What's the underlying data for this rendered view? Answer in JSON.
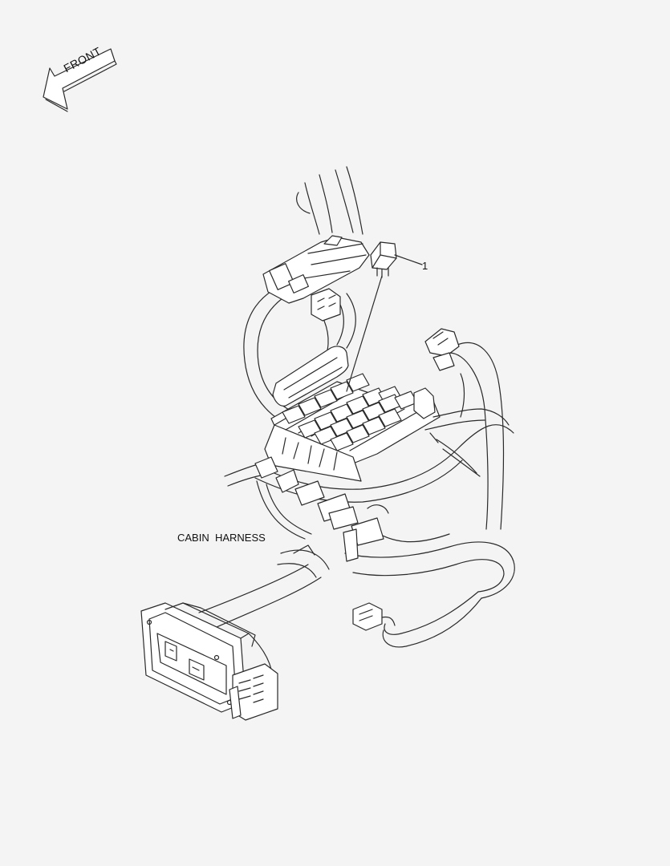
{
  "front_arrow": {
    "label": "FRONT",
    "icon": "front-direction-arrow-icon"
  },
  "assembly_label": "CABIN  HARNESS",
  "callouts": [
    {
      "number": "1",
      "part_icon": "relay-icon"
    }
  ],
  "colors": {
    "background": "#f4f4f4",
    "line": "#2a2a2a"
  }
}
